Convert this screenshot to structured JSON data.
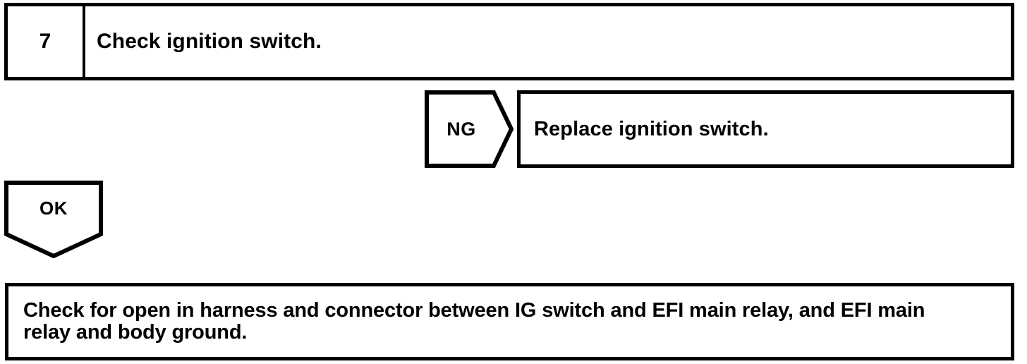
{
  "document": {
    "type": "troubleshooting-flowchart",
    "colors": {
      "line": "#000000",
      "background": "#ffffff",
      "text": "#000000"
    }
  },
  "step": {
    "number": "7",
    "instruction": "Check ignition switch."
  },
  "branches": {
    "ng": {
      "label": "NG",
      "shape": "pentagon-arrow-right",
      "result": "Replace ignition switch."
    },
    "ok": {
      "label": "OK",
      "shape": "pentagon-arrow-down"
    }
  },
  "next_step": {
    "instruction": "Check for open in harness and connector between IG switch and EFI main relay, and EFI main\nrelay and body ground."
  }
}
